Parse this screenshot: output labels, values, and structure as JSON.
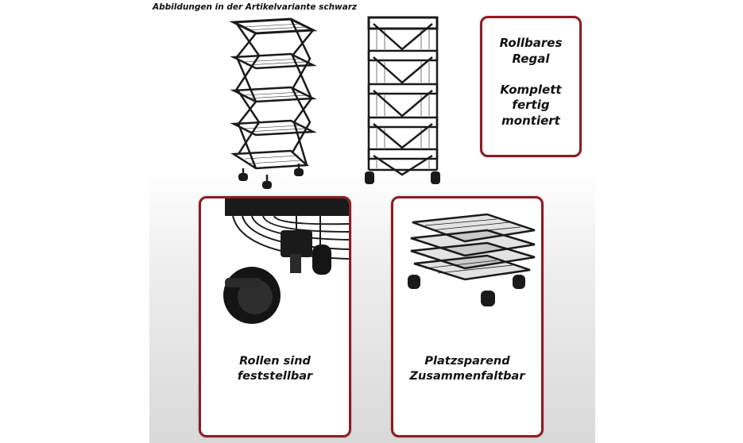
{
  "header": {
    "caption": "Abbildungen in der Artikelvariante schwarz"
  },
  "card_rollbares": {
    "line1": "Rollbares",
    "line2": "Regal",
    "line3": "Komplett",
    "line4": "fertig",
    "line5": "montiert"
  },
  "card_rollen": {
    "line1": "Rollen sind",
    "line2": "feststellbar"
  },
  "card_platz": {
    "line1": "Platzsparend",
    "line2": "Zusammenfaltbar"
  },
  "colors": {
    "accent": "#8e1b23",
    "product": "#1a1a1a"
  }
}
